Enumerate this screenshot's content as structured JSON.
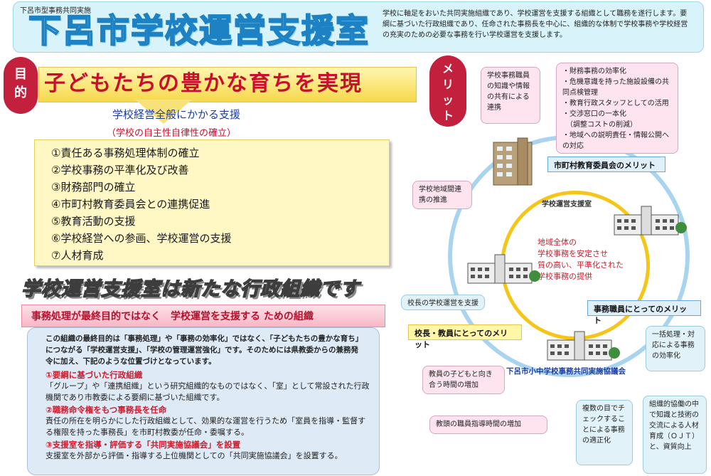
{
  "header": {
    "sub": "下呂市型事務共同実施",
    "title": "下呂市学校運営支援室",
    "intro": "学校に軸足をおいた共同実施組織であり、学校運営を支援する組織として職務を遂行します。要綱に基づいた行政組織であり、任命された事務長を中心に、組織的な体制で学校事務や学校経営の充実のための必要な事務を行い学校運営を支援します。"
  },
  "purpose": {
    "label": "目的",
    "goal": "子どもたちの豊かな育ちを実現",
    "support": "学校経営全般にかかる支援",
    "support_sub": "（学校の自主性自律性の確立）",
    "items": [
      "①責任ある事務処理体制の確立",
      "②学校事務の平準化及び改善",
      "③財務部門の確立",
      "④市町村教育委員会との連携促進",
      "⑤教育活動の支援",
      "⑥学校経営への参画、学校運営の支援",
      "⑦人材育成"
    ]
  },
  "statement": {
    "big": "学校運営支援室は新たな行政組織です",
    "bar": "事務処理が最終目的ではなく　学校運営を支援する ための組織",
    "main": "この組織の最終目的は「事務処理」や「事務の効率化」ではなく、「子どもたちの豊かな育ち」につながる「学校運営支援」、「学校の管理運営強化」です。そのためには県教委からの兼務発令に加え、下記のような位置づけとなっています。",
    "points": [
      {
        "head": "①要綱に基づいた行政組織",
        "body": "「グループ」や「連携組織」という研究組織的なものではなく、「室」として常設された行政機関であり市教委による要綱に基づいた組織です。"
      },
      {
        "head": "②職務命令権をもつ事務長を任命",
        "body": "責任の所在を明らかにした行政組織として、効果的な運営を行うため「室員を指導・監督する権限を持った事務長」を市町村教委が任命・委嘱する。"
      },
      {
        "head": "③支援室を指導・評価する「共同実施協議会」を設置",
        "body": "支援室を外部から評価・指導する上位機関としての「共同実施協議会」を設置する。"
      }
    ]
  },
  "merit": {
    "label": "メリット",
    "callout_info": "学校事務職員の知識や情報の共有による連携",
    "callout_board": "・財務事務の効率化\n・危機意識を持った施設設備の共同点検管理\n・教育行政スタッフとしての活用\n・交渉窓口の一本化\n　（調整コストの削減）\n・地域への説明責任・情報公開への対応",
    "label_board": "市町村教育委員会のメリット",
    "callout_region": "学校地域間連携の推進",
    "ring_label": "学校運営支援室",
    "center": "地域全体の\n学校事務を安定させ\n質の高い、平準化された\n学校事務の提供",
    "callout_principal": "校長の学校運営を支援",
    "label_staff": "事務職員にとってのメリット",
    "label_principal": "校長・教員にとってのメリット",
    "callout_batch": "一括処理・対応による事務の効率化",
    "council": "下呂市小中学校事務共同実施協議会",
    "callout_time": "教員の子どもと向き合う時間の増加",
    "callout_check": "複数の目でチェックすることによる事務の適正化",
    "callout_ojt": "組織的協働の中で知識と技術の交流による人材育成（ＯＪＴ）と、資質向上",
    "callout_guidance": "教頭の職員指導時間の増加"
  }
}
